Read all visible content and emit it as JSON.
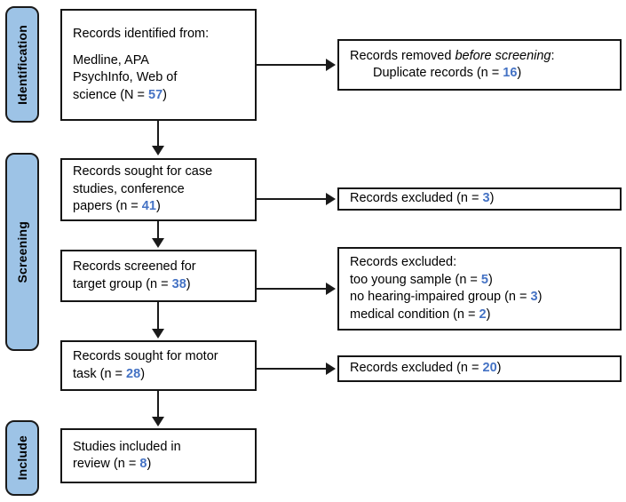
{
  "diagram": {
    "type": "prisma-flow-diagram",
    "accent_blue": "#4472c4",
    "stage_fill": "#9dc3e6",
    "border_color": "#151515",
    "background": "#ffffff"
  },
  "stages": [
    {
      "id": "identification",
      "label": "Identification"
    },
    {
      "id": "screening",
      "label": "Screening"
    },
    {
      "id": "include",
      "label": "Include"
    }
  ],
  "main_boxes": [
    {
      "id": "records-identified",
      "line1": "Records identified from:",
      "line2": "Medline, APA",
      "line3": "PsychInfo, Web of",
      "line4_pre": "science (N = ",
      "line4_num": "57",
      "line4_post": ")"
    },
    {
      "id": "records-sought-case-studies",
      "line1": "Records sought for case",
      "line2": "studies, conference",
      "line3_pre": "papers (n = ",
      "line3_num": "41",
      "line3_post": ")"
    },
    {
      "id": "records-screened-target-group",
      "line1": "Records screened for",
      "line2_pre": "target group (n = ",
      "line2_num": "38",
      "line2_post": ")"
    },
    {
      "id": "records-sought-motor-task",
      "line1": "Records sought for motor",
      "line2_pre": "task (n = ",
      "line2_num": "28",
      "line2_post": ")"
    },
    {
      "id": "studies-included",
      "line1": "Studies included in",
      "line2_pre": "review (n = ",
      "line2_num": "8",
      "line2_post": ")"
    }
  ],
  "side_boxes": [
    {
      "id": "records-removed-before-screening",
      "line1_pre": "Records removed ",
      "line1_italic": "before screening",
      "line1_post": ":",
      "line2_pre": "Duplicate records (n = ",
      "line2_num": "16",
      "line2_post": ")"
    },
    {
      "id": "records-excluded-case-studies",
      "line1_pre": "Records excluded (n = ",
      "line1_num": "3",
      "line1_post": ")"
    },
    {
      "id": "records-excluded-target-group",
      "line1": "Records excluded:",
      "line2_pre": "too young sample (n = ",
      "line2_num": "5",
      "line2_post": ")",
      "line3_pre": "no hearing-impaired group (n = ",
      "line3_num": "3",
      "line3_post": ")",
      "line4_pre": "medical condition (n = ",
      "line4_num": "2",
      "line4_post": ")"
    },
    {
      "id": "records-excluded-motor-task",
      "line1_pre": "Records excluded (n = ",
      "line1_num": "20",
      "line1_post": ")"
    }
  ]
}
